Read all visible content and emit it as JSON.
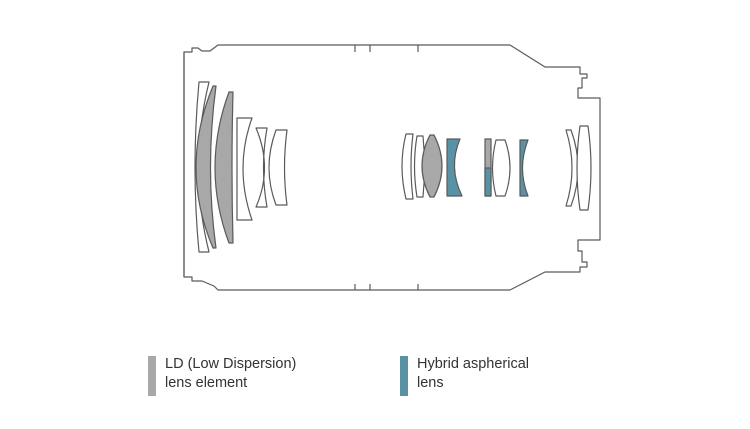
{
  "colors": {
    "outline": "#5a5a5a",
    "ld_element": "#a8a8a8",
    "hybrid_aspherical": "#5a92a5",
    "background": "#ffffff"
  },
  "legend": [
    {
      "key": "ld",
      "color": "#a8a8a8",
      "line1": "LD (Low Dispersion)",
      "line2": "lens element"
    },
    {
      "key": "hybrid",
      "color": "#5a92a5",
      "line1": "Hybrid aspherical",
      "line2": "lens"
    }
  ]
}
